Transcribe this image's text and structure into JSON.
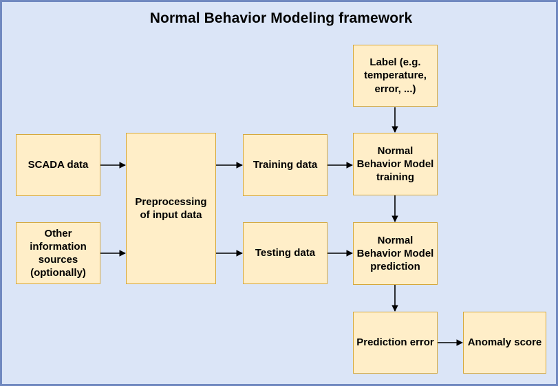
{
  "diagram": {
    "title": "Normal Behavior Modeling framework",
    "background_color": "#dbe5f7",
    "frame_color": "#7189c0",
    "node_fill": "#ffeec8",
    "node_border": "#d6a83c",
    "edge_color": "#000000",
    "type": "flowchart"
  },
  "nodes": [
    {
      "id": "scada",
      "label": "SCADA data"
    },
    {
      "id": "other",
      "label": "Other information sources (optionally)"
    },
    {
      "id": "preprocess",
      "label": "Preprocessing of input data"
    },
    {
      "id": "training",
      "label": "Training data"
    },
    {
      "id": "testing",
      "label": "Testing data"
    },
    {
      "id": "label",
      "label": "Label (e.g. temperature, error, ...)"
    },
    {
      "id": "nbm_train",
      "label": "Normal Behavior Model training"
    },
    {
      "id": "nbm_pred",
      "label": "Normal Behavior Model prediction"
    },
    {
      "id": "pred_err",
      "label": "Prediction error"
    },
    {
      "id": "anomaly",
      "label": "Anomaly score"
    }
  ],
  "edges": [
    {
      "from": "scada",
      "to": "preprocess"
    },
    {
      "from": "other",
      "to": "preprocess"
    },
    {
      "from": "preprocess",
      "to": "training"
    },
    {
      "from": "preprocess",
      "to": "testing"
    },
    {
      "from": "training",
      "to": "nbm_train"
    },
    {
      "from": "testing",
      "to": "nbm_pred"
    },
    {
      "from": "label",
      "to": "nbm_train"
    },
    {
      "from": "nbm_train",
      "to": "nbm_pred"
    },
    {
      "from": "nbm_pred",
      "to": "pred_err"
    },
    {
      "from": "pred_err",
      "to": "anomaly"
    }
  ]
}
